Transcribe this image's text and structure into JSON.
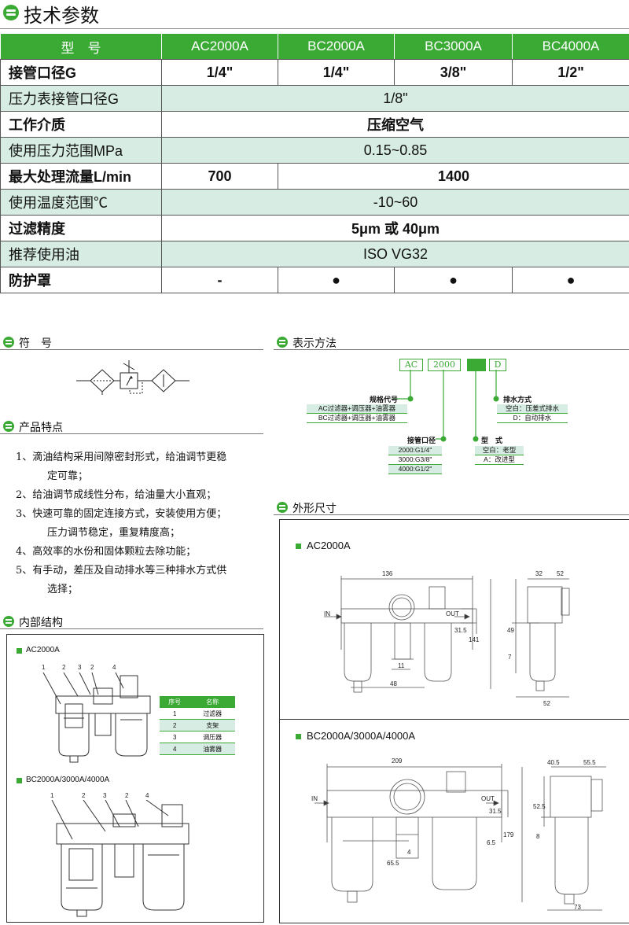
{
  "page_title": "技术参数",
  "spec_table": {
    "header": [
      "型　号",
      "AC2000A",
      "BC2000A",
      "BC3000A",
      "BC4000A"
    ],
    "rows": [
      {
        "label": "接管口径G",
        "values": [
          "1/4\"",
          "1/4\"",
          "3/8\"",
          "1/2\""
        ]
      },
      {
        "label": "压力表接管口径G",
        "values": [
          "1/8\""
        ]
      },
      {
        "label": "工作介质",
        "values": [
          "压缩空气"
        ]
      },
      {
        "label": "使用压力范围MPa",
        "values": [
          "0.15~0.85"
        ]
      },
      {
        "label": "最大处理流量L/min",
        "values": [
          "700",
          "1400"
        ]
      },
      {
        "label": "使用温度范围℃",
        "values": [
          "-10~60"
        ]
      },
      {
        "label": "过滤精度",
        "values": [
          "5μm 或 40μm"
        ]
      },
      {
        "label": "推荐使用油",
        "values": [
          "ISO VG32"
        ]
      },
      {
        "label": "防护罩",
        "values": [
          "-",
          "●",
          "●",
          "●"
        ]
      }
    ]
  },
  "sections": {
    "symbol": "符　号",
    "features": "产品特点",
    "internal": "内部结构",
    "notation": "表示方法",
    "dimensions": "外形尺寸"
  },
  "features": [
    "1、滴油结构采用间隙密封形式，给油调节更稳",
    "定可靠；",
    "2、给油调节成线性分布，给油量大小直观；",
    "3、快速可靠的固定连接方式，安装使用方便；",
    "压力调节稳定，重复精度高；",
    "4、高效率的水份和固体颗粒去除功能；",
    "5、有手动，差压及自动排水等三种排水方式供",
    "选择；"
  ],
  "notation": {
    "codes": [
      "AC",
      "2000",
      "",
      "D"
    ],
    "spec_code": {
      "title": "规格代号",
      "rows": [
        "AC过滤器+调压器+油雾器",
        "BC过滤器+调压器+油雾器"
      ]
    },
    "port": {
      "title": "接管口径",
      "rows": [
        "2000:G1/4\"",
        "3000:G3/8\"",
        "4000:G1/2\""
      ]
    },
    "type": {
      "title": "型　式",
      "rows": [
        "空白：老型",
        "A：改进型"
      ]
    },
    "drain": {
      "title": "排水方式",
      "rows": [
        "空白：压差式排水",
        "D：自动排水"
      ]
    }
  },
  "internal": {
    "ac_label": "AC2000A",
    "bc_label": "BC2000A/3000A/4000A",
    "ac_numbers": [
      "1",
      "2",
      "3",
      "2",
      "4"
    ],
    "bc_numbers": [
      "1",
      "2",
      "3",
      "2",
      "4"
    ],
    "parts_header": [
      "序号",
      "名称"
    ],
    "parts": [
      [
        "1",
        "过滤器"
      ],
      [
        "2",
        "支架"
      ],
      [
        "3",
        "调压器"
      ],
      [
        "4",
        "油雾器"
      ]
    ]
  },
  "dims_ac": {
    "label": "AC2000A",
    "in": "IN",
    "out": "OUT",
    "width": "136",
    "d1": "31.5",
    "d2": "141",
    "d3": "11",
    "d4": "48",
    "side_a": "32",
    "side_b": "52",
    "side_c": "49",
    "side_d": "7",
    "side_e": "52"
  },
  "dims_bc": {
    "label": "BC2000A/3000A/4000A",
    "in": "IN",
    "out": "OUT",
    "width": "209",
    "d1": "31.5",
    "d2": "179",
    "d3": "6.5",
    "d4": "4",
    "d5": "65.5",
    "side_a": "40.5",
    "side_b": "55.5",
    "side_c": "52.5",
    "side_d": "8",
    "side_e": "73"
  },
  "colors": {
    "accent": "#3aaa35",
    "alt_row": "#d7ece3"
  }
}
